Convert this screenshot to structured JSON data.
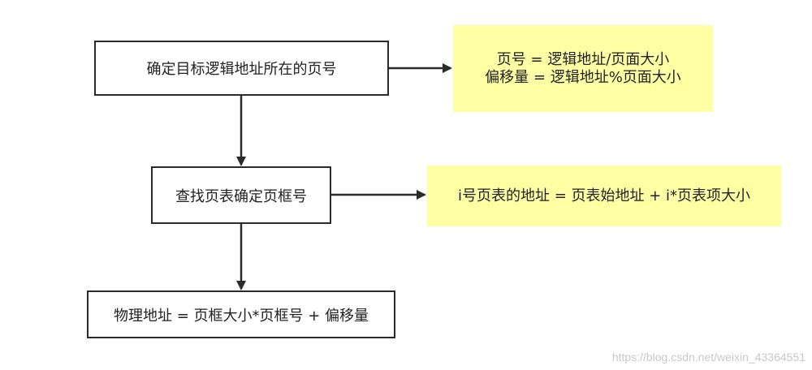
{
  "steps": {
    "step1": "确定目标逻辑地址所在的页号",
    "step2": "查找页表确定页框号",
    "step3": "物理地址 = 页框大小*页框号 + 偏移量"
  },
  "notes": {
    "note1_line1": "页号 = 逻辑地址/页面大小",
    "note1_line2": "偏移量 = 逻辑地址%页面大小",
    "note2": "i号页表的地址 = 页表始地址 + i*页表项大小"
  },
  "watermark": "https://blog.csdn.net/weixin_43364551",
  "colors": {
    "note_fill": "#ffffa3",
    "note_fold": "#e0e07a",
    "border": "#2b2b2b"
  }
}
